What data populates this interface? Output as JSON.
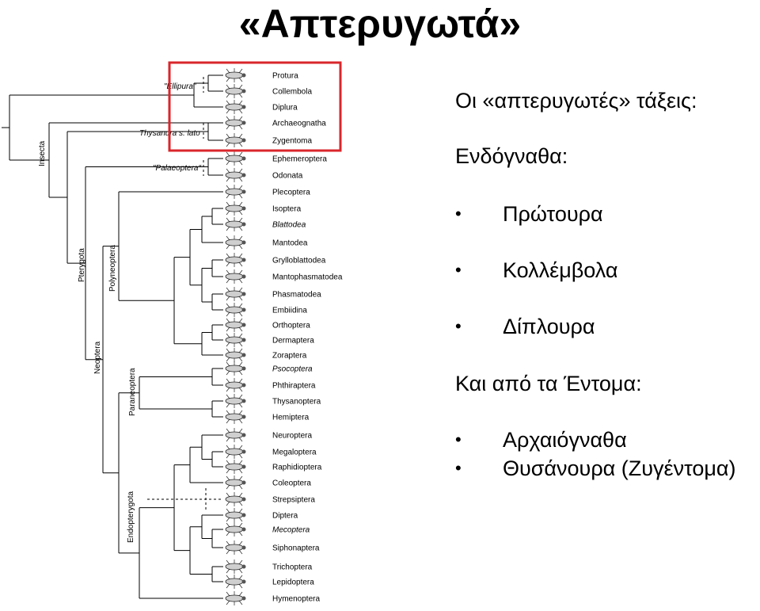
{
  "title": "«Απτερυγωτά»",
  "tree": {
    "taxa": [
      {
        "label": "Protura",
        "italic": false
      },
      {
        "label": "Collembola",
        "italic": false
      },
      {
        "label": "Diplura",
        "italic": false
      },
      {
        "label": "Archaeognatha",
        "italic": false
      },
      {
        "label": "Zygentoma",
        "italic": false
      },
      {
        "label": "Ephemeroptera",
        "italic": false
      },
      {
        "label": "Odonata",
        "italic": false
      },
      {
        "label": "Plecoptera",
        "italic": false
      },
      {
        "label": "Isoptera",
        "italic": false
      },
      {
        "label": "Blattodea",
        "italic": true
      },
      {
        "label": "Mantodea",
        "italic": false
      },
      {
        "label": "Grylloblattodea",
        "italic": false
      },
      {
        "label": "Mantophasmatodea",
        "italic": false
      },
      {
        "label": "Phasmatodea",
        "italic": false
      },
      {
        "label": "Embiidina",
        "italic": false
      },
      {
        "label": "Orthoptera",
        "italic": false
      },
      {
        "label": "Dermaptera",
        "italic": false
      },
      {
        "label": "Zoraptera",
        "italic": false
      },
      {
        "label": "Psocoptera",
        "italic": true
      },
      {
        "label": "Phthiraptera",
        "italic": false
      },
      {
        "label": "Thysanoptera",
        "italic": false
      },
      {
        "label": "Hemiptera",
        "italic": false
      },
      {
        "label": "Neuroptera",
        "italic": false
      },
      {
        "label": "Megaloptera",
        "italic": false
      },
      {
        "label": "Raphidioptera",
        "italic": false
      },
      {
        "label": "Coleoptera",
        "italic": false
      },
      {
        "label": "Strepsiptera",
        "italic": false
      },
      {
        "label": "Diptera",
        "italic": false
      },
      {
        "label": "Mecoptera",
        "italic": true
      },
      {
        "label": "Siphonaptera",
        "italic": false
      },
      {
        "label": "Trichoptera",
        "italic": false
      },
      {
        "label": "Lepidoptera",
        "italic": false
      },
      {
        "label": "Hymenoptera",
        "italic": false
      }
    ],
    "group_labels": {
      "bilipura": "\"Ellipura\"",
      "thysanura": "Thysanura s. lato",
      "palaeoptera": "\"Palaeoptera\"",
      "insecta": "Insecta",
      "pterygota": "Pterygota",
      "polyneoptera": "Polyneoptera",
      "neoptera": "Neoptera",
      "paraneoptera": "Paraneoptera",
      "endopterygota": "Endopterygota"
    },
    "highlight_color": "#d9262b",
    "highlight_taxa": [
      "Protura",
      "Collembola",
      "Diplura",
      "Archaeognatha",
      "Zygentoma"
    ]
  },
  "text": {
    "heading1": "Οι «απτερυγωτές» τάξεις:",
    "heading2": "Ενδόγναθα:",
    "list1": [
      "Πρώτουρα",
      "Κολλέμβολα",
      "Δίπλουρα"
    ],
    "heading3": "Και από τα Έντομα:",
    "list2": [
      "Αρχαιόγναθα",
      "Θυσάνουρα (Ζυγέντομα)"
    ],
    "bullet": "•"
  }
}
